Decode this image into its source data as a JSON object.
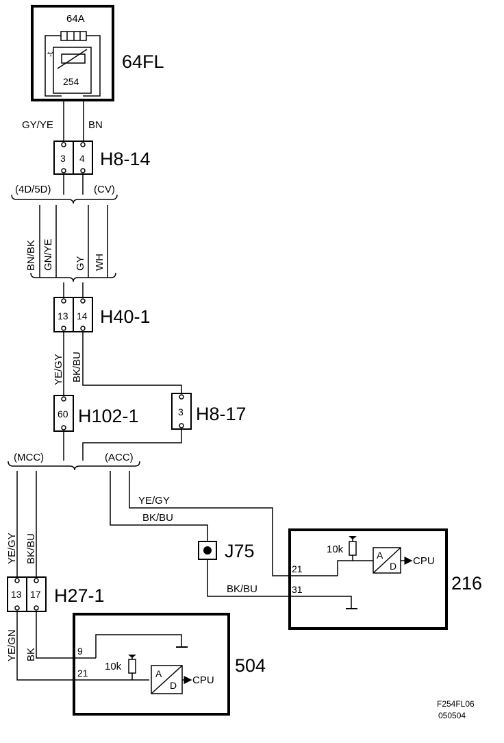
{
  "diagram": {
    "fuse_rating": "64A",
    "fuse_id": "64FL",
    "thermal_symbol": "-t",
    "fuse_inner_number": "254",
    "wire_gy_ye": "GY/YE",
    "wire_bn": "BN",
    "connector_h8_14": {
      "label": "H8-14",
      "pins": [
        "3",
        "4"
      ]
    },
    "variant_4d5d": "(4D/5D)",
    "variant_cv": "(CV)",
    "wires_mid": [
      "BN/BK",
      "GN/YE",
      "GY",
      "WH"
    ],
    "connector_h40_1": {
      "label": "H40-1",
      "pins": [
        "13",
        "14"
      ]
    },
    "wire_ye_gy": "YE/GY",
    "wire_bk_bu": "BK/BU",
    "connector_h102_1": {
      "label": "H102-1",
      "pin": "60"
    },
    "connector_h8_17": {
      "label": "H8-17",
      "pin": "3"
    },
    "variant_mcc": "(MCC)",
    "variant_acc": "(ACC)",
    "splice_j75": "J75",
    "connector_h27_1": {
      "label": "H27-1",
      "pins": [
        "13",
        "17"
      ]
    },
    "wire_ye_gn": "YE/GN",
    "wire_bk": "BK",
    "module_216": {
      "id": "216",
      "resistor": "10k",
      "pins": [
        "21",
        "31"
      ],
      "adc_a": "A",
      "adc_d": "D",
      "cpu": "CPU"
    },
    "module_504": {
      "id": "504",
      "resistor": "10k",
      "pins": [
        "9",
        "21"
      ],
      "adc_a": "A",
      "adc_d": "D",
      "cpu": "CPU"
    },
    "drawing_code": "F254FL06",
    "drawing_date": "050504"
  }
}
